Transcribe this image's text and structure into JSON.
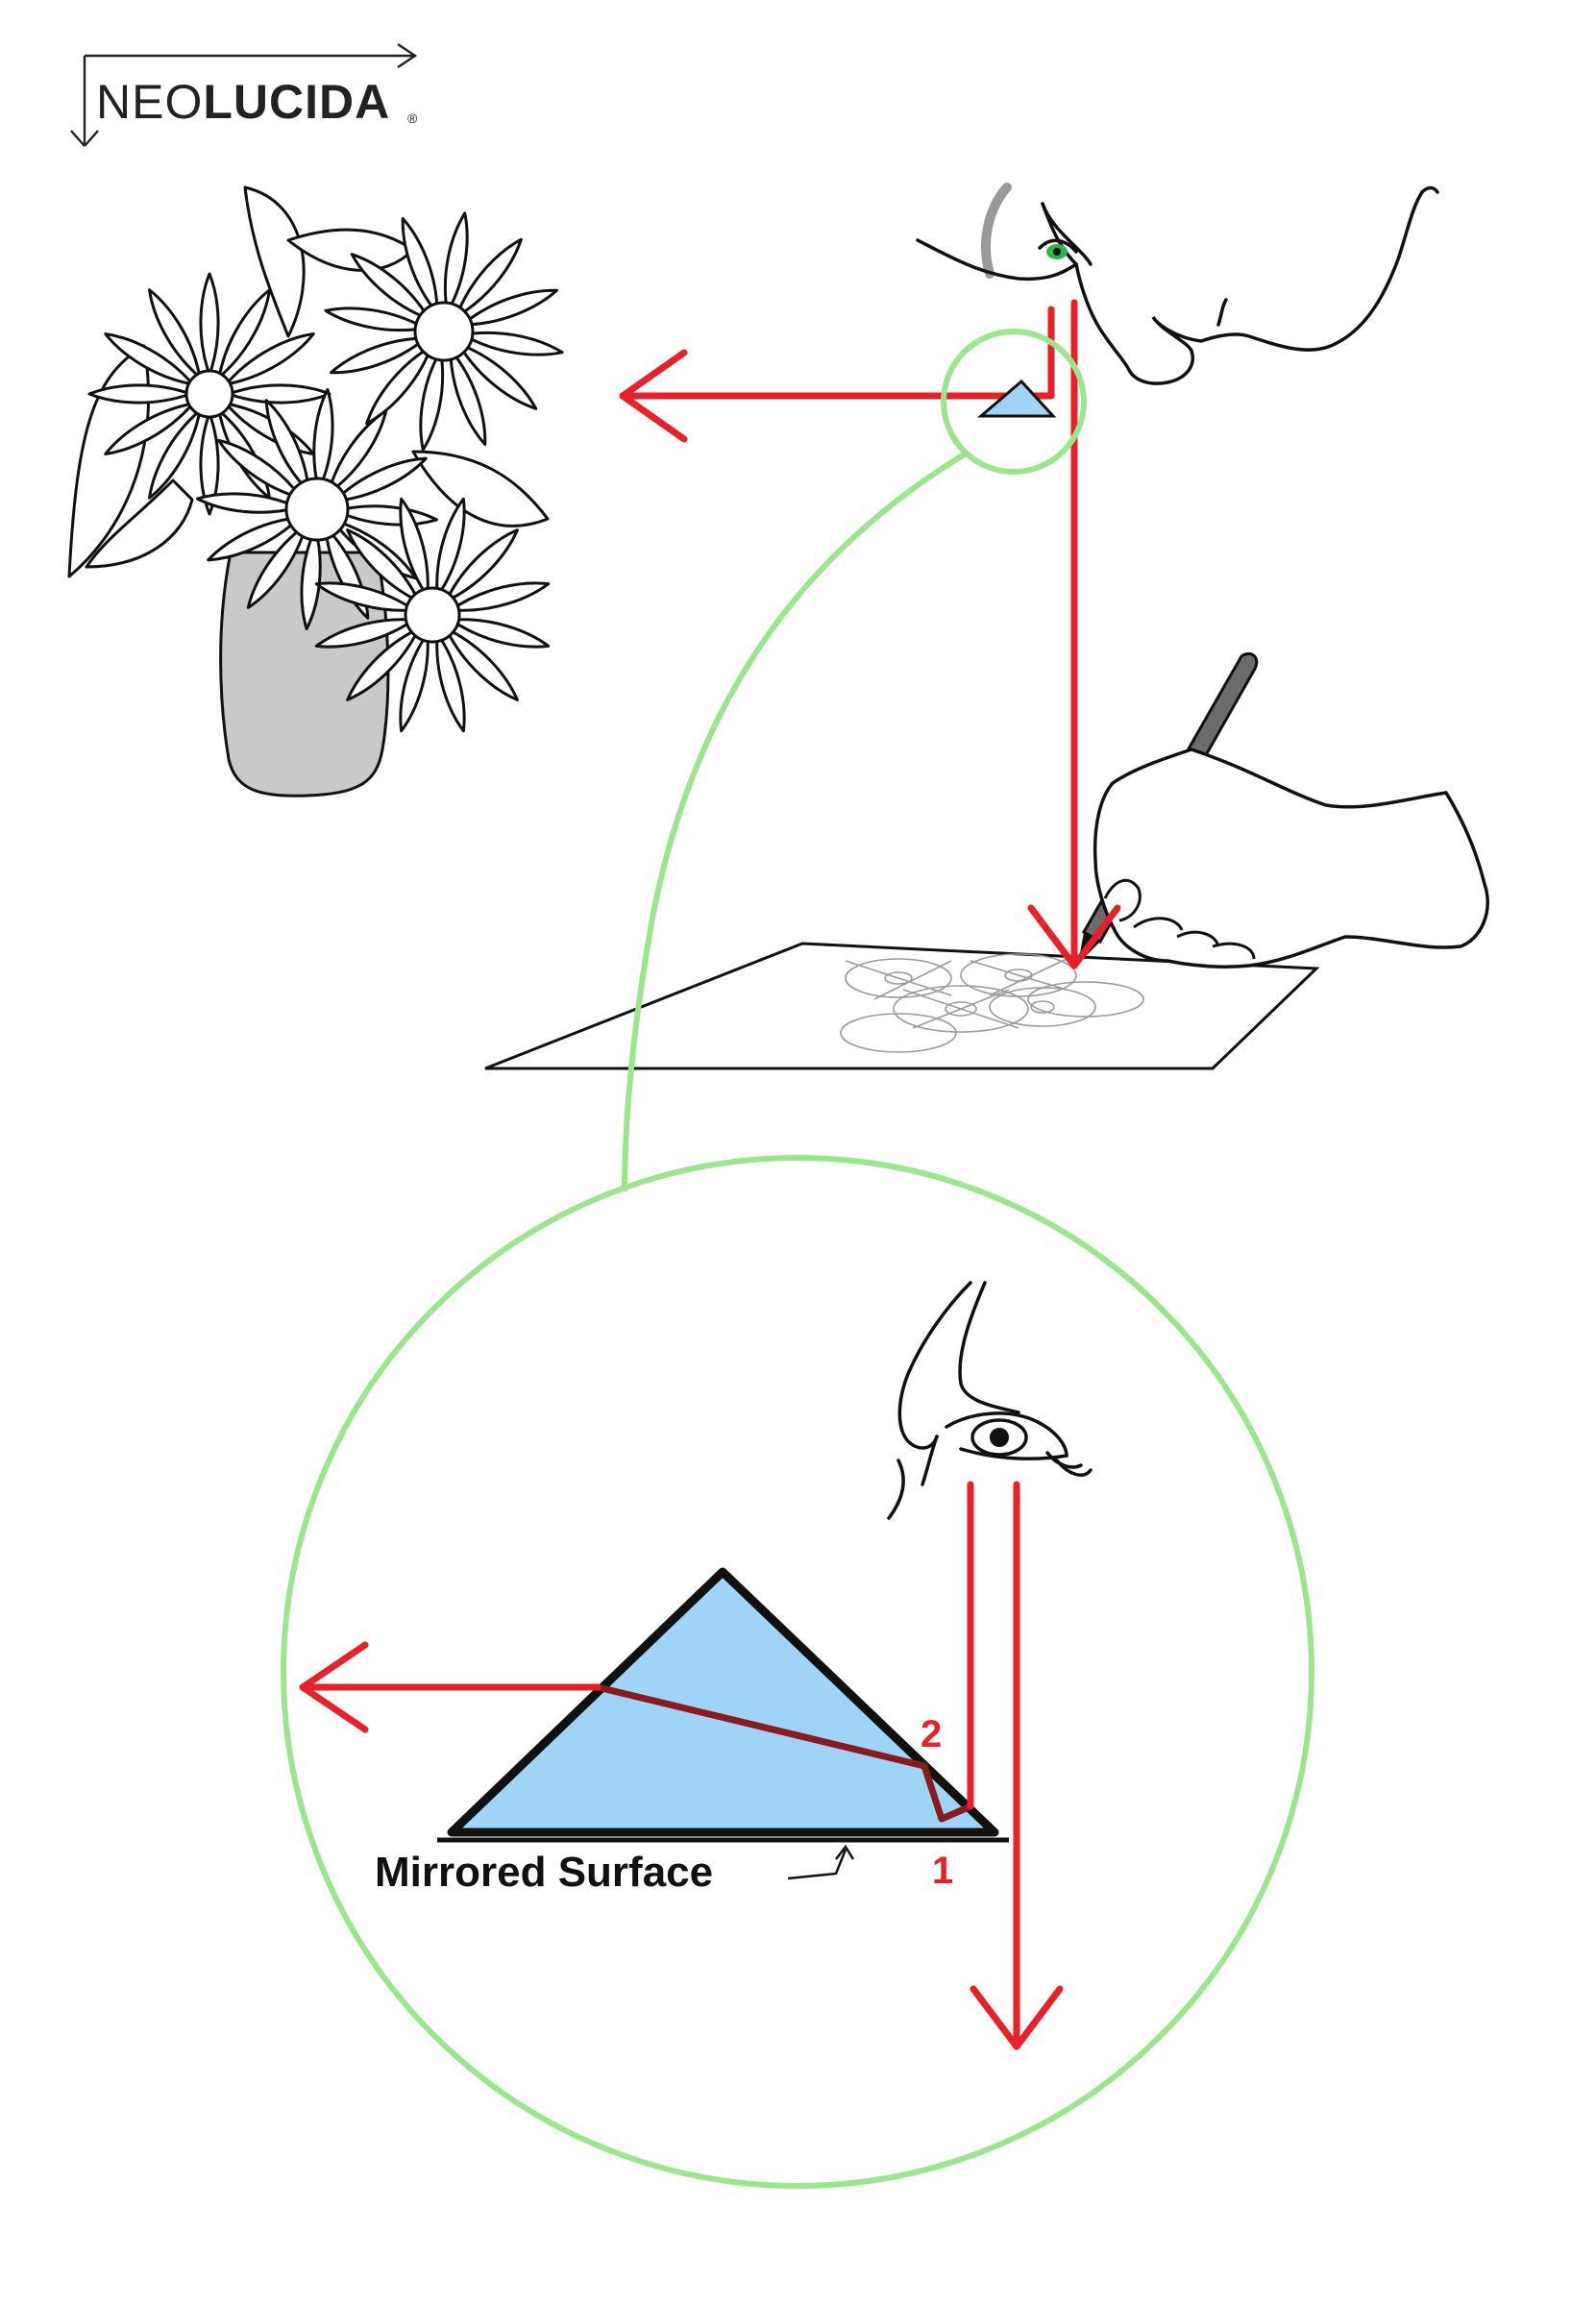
{
  "logo": {
    "text_light": "NEO",
    "text_bold": "LUCIDA",
    "mark": "®"
  },
  "labels": {
    "mirrored_surface": "Mirrored Surface",
    "reflection_1": "1",
    "reflection_2": "2"
  },
  "colors": {
    "ray": "#e8202a",
    "ray_inside_prism": "#8b1a1f",
    "prism_fill": "#9ed4f7",
    "magnifier_circle": "#9be58e",
    "vase_fill": "#c9c9c9",
    "pencil": "#6b6b6b",
    "eye_iris": "#2fb24b"
  },
  "icons": [
    "flower-vase-icon",
    "face-profile-icon",
    "hand-with-pencil-icon",
    "paper-sheet-icon",
    "prism-icon",
    "eye-closeup-icon"
  ]
}
